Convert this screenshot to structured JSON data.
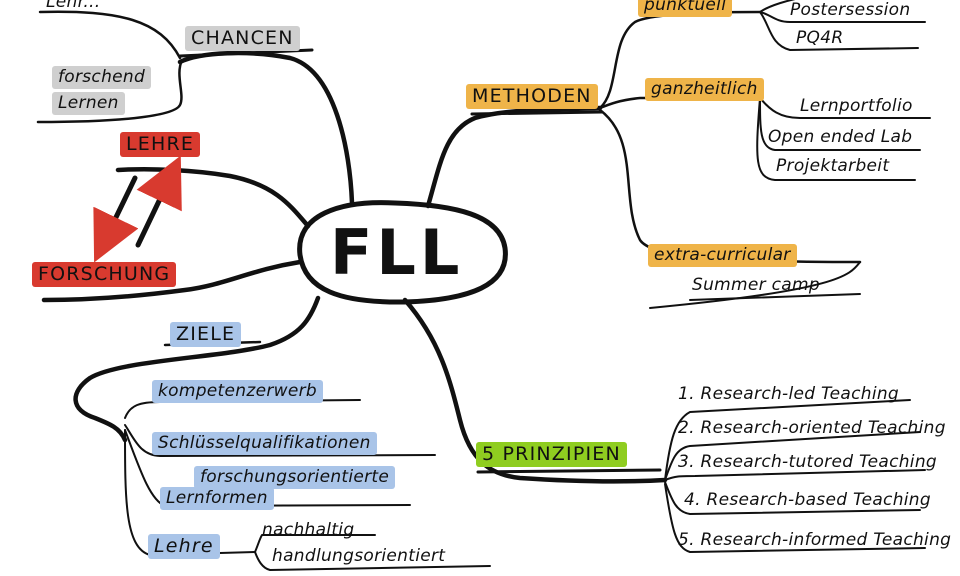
{
  "center": "FLL",
  "chancen": {
    "title": "CHANCEN",
    "items": [
      "forschend",
      "Lernen"
    ],
    "partial_top": "Lehr..."
  },
  "lehre_forschung": {
    "lehre": "LEHRE",
    "forschung": "FORSCHUNG"
  },
  "methoden": {
    "title": "METHODEN",
    "punktuell": {
      "label": "punktuell",
      "items": [
        "Postersession",
        "PQ4R"
      ]
    },
    "ganzheitlich": {
      "label": "ganzheitlich",
      "items": [
        "Lernportfolio",
        "Open ended Lab",
        "Projektarbeit"
      ]
    },
    "extra": {
      "label": "extra-curricular",
      "items": [
        "Summer camp"
      ]
    }
  },
  "ziele": {
    "title": "ZIELE",
    "items": [
      "kompetenzerwerb",
      "Schlüsselqualifikationen",
      "forschungsorientierte",
      "Lernformen",
      "Lehre"
    ],
    "lehre_sub": [
      "nachhaltig",
      "handlungsorientiert"
    ]
  },
  "prinzipien": {
    "title": "5 PRINZIPIEN",
    "items": [
      "1. Research-led Teaching",
      "2. Research-oriented Teaching",
      "3. Research-tutored Teaching",
      "4. Research-based Teaching",
      "5. Research-informed Teaching"
    ]
  },
  "colors": {
    "grey": "#cfcfcf",
    "red": "#d83a2f",
    "yellow": "#efb449",
    "green": "#8fcd20",
    "blue": "#a9c4e8",
    "ink": "#111111"
  }
}
